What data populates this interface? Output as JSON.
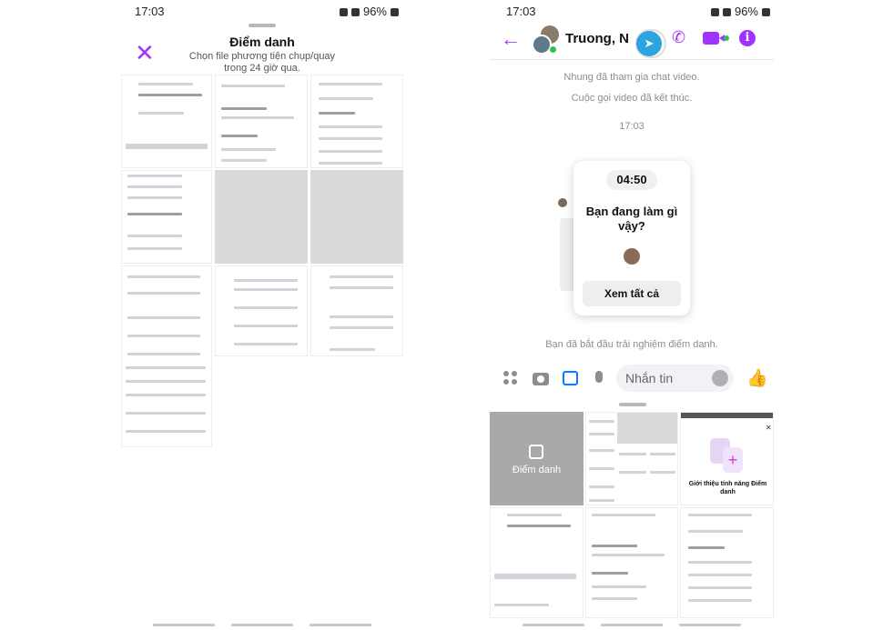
{
  "left": {
    "status": {
      "time": "17:03",
      "battery": "96%"
    },
    "title": "Điểm danh",
    "subtitle": "Chọn file phương tiện chụp/quay trong 24 giờ qua.",
    "close_icon": "close-icon",
    "accent": "#a033ff"
  },
  "right": {
    "status": {
      "time": "17:03",
      "battery": "96%"
    },
    "contact_name": "Truong, N",
    "messages": [
      "Nhung đã tham gia chat video.",
      "Cuộc gọi video đã kết thúc."
    ],
    "timestamp": "17:03",
    "card": {
      "timer": "04:50",
      "question": "Bạn đang làm gì vậy?",
      "button": "Xem tất cả"
    },
    "system_note": "Bạn đã bắt đầu trải nghiệm điểm danh.",
    "composer_placeholder": "Nhắn tin",
    "gallery": {
      "first_tile": "Điểm danh",
      "promo": "Giới thiệu tính năng Điểm danh"
    },
    "accent": "#a033ff",
    "like_color": "#0a7cff"
  }
}
